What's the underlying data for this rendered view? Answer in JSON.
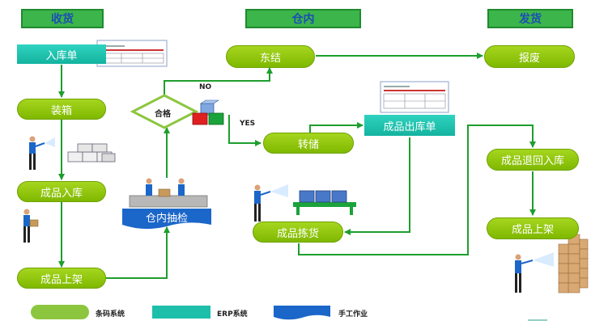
{
  "headers": {
    "receive": "收货",
    "inside": "仓内",
    "ship": "发货"
  },
  "nodes": {
    "inbound_order": "入库单",
    "boxing": "装箱",
    "finished_inbound": "成品入库",
    "shelving_left": "成品上架",
    "inspection": "仓内抽检",
    "qualified": "合格",
    "freeze": "东结",
    "scrap": "报废",
    "transfer": "转储",
    "outbound_order": "成品出库单",
    "picking": "成品拣货",
    "return_inbound": "成品退回入库",
    "shelving_right": "成品上架"
  },
  "branch_labels": {
    "no": "NO",
    "yes": "YES"
  },
  "legend": {
    "barcode": "条码系统",
    "erp": "ERP系统",
    "manual": "手工作业"
  },
  "colors": {
    "header_bg": "#3cb54a",
    "header_text": "#1a4fb5",
    "barcode_green": "#8cc63f",
    "erp_teal": "#1dbfaa",
    "manual_blue": "#1b66c9",
    "arrow_green": "#1e9e2e"
  }
}
